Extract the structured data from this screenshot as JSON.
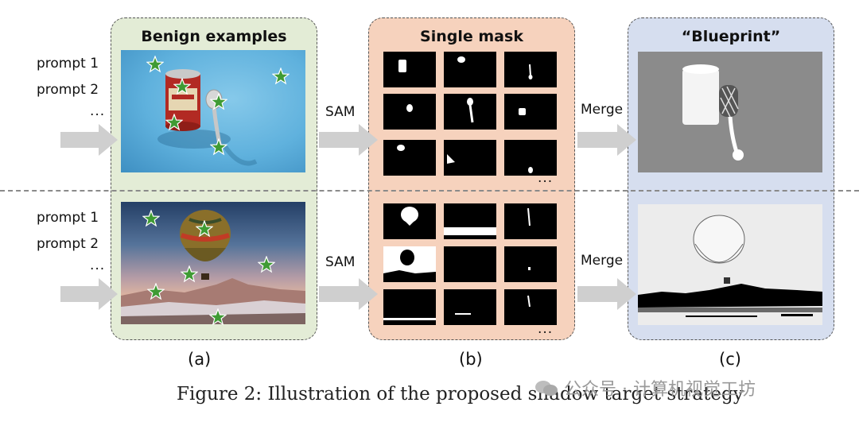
{
  "panels": {
    "a_title": "Benign examples",
    "b_title": "Single mask",
    "c_title": "“Blueprint”"
  },
  "prompts": {
    "row1": [
      "prompt 1",
      "prompt 2",
      "..."
    ],
    "row2": [
      "prompt 1",
      "prompt 2",
      "..."
    ]
  },
  "operations": {
    "sam": "SAM",
    "merge": "Merge"
  },
  "mask_ellipsis": "...",
  "sub_labels": [
    "(a)",
    "(b)",
    "(c)"
  ],
  "caption": "Figure 2: Illustration of the proposed shadow target strategy",
  "watermark": "公众号 · 计算机视觉工坊",
  "colors": {
    "panel_a": "#e3ecd6",
    "panel_b": "#f6d2bd",
    "panel_c": "#d6deef",
    "star": "#3f9b34",
    "arrow": "#cfcfcf"
  }
}
